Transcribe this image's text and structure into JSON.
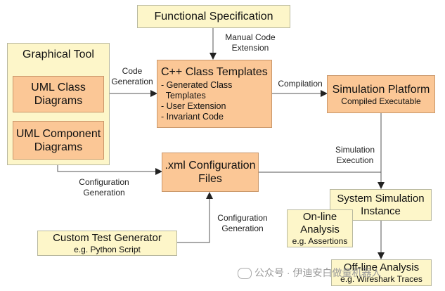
{
  "functional_spec": "Functional Specification",
  "manual_code": {
    "line1": "Manual Code",
    "line2": "Extension"
  },
  "graphical_tool": "Graphical Tool",
  "uml_class": {
    "line1": "UML Class",
    "line2": "Diagrams"
  },
  "uml_component": {
    "line1": "UML Component",
    "line2": "Diagrams"
  },
  "code_generation": {
    "line1": "Code",
    "line2": "Generation"
  },
  "cpp_templates": {
    "title": "C++ Class Templates",
    "items": [
      "- Generated Class",
      "  Templates",
      "- User Extension",
      "- Invariant Code"
    ]
  },
  "compilation": "Compilation",
  "sim_platform": {
    "title": "Simulation Platform",
    "subtitle": "Compiled Executable"
  },
  "sim_execution": {
    "line1": "Simulation",
    "line2": "Execution"
  },
  "xml_config": {
    "line1": ".xml Configuration",
    "line2": "Files"
  },
  "config_gen_left": {
    "line1": "Configuration",
    "line2": "Generation"
  },
  "config_gen_bottom": {
    "line1": "Configuration",
    "line2": "Generation"
  },
  "sys_sim": {
    "line1": "System Simulation",
    "line2": "Instance"
  },
  "online": {
    "line1": "On-line",
    "line2": "Analysis",
    "sub": "e.g. Assertions"
  },
  "custom_test": {
    "title": "Custom Test Generator",
    "sub": "e.g. Python Script"
  },
  "offline": {
    "title": "Off-line Analysis",
    "sub": "e.g. Wireshark Traces"
  },
  "watermark": "公众号 · 伊迪安白做量机器人",
  "colors": {
    "yellow": "#fdf6c9",
    "orange": "#fbc796",
    "line": "#555555"
  }
}
